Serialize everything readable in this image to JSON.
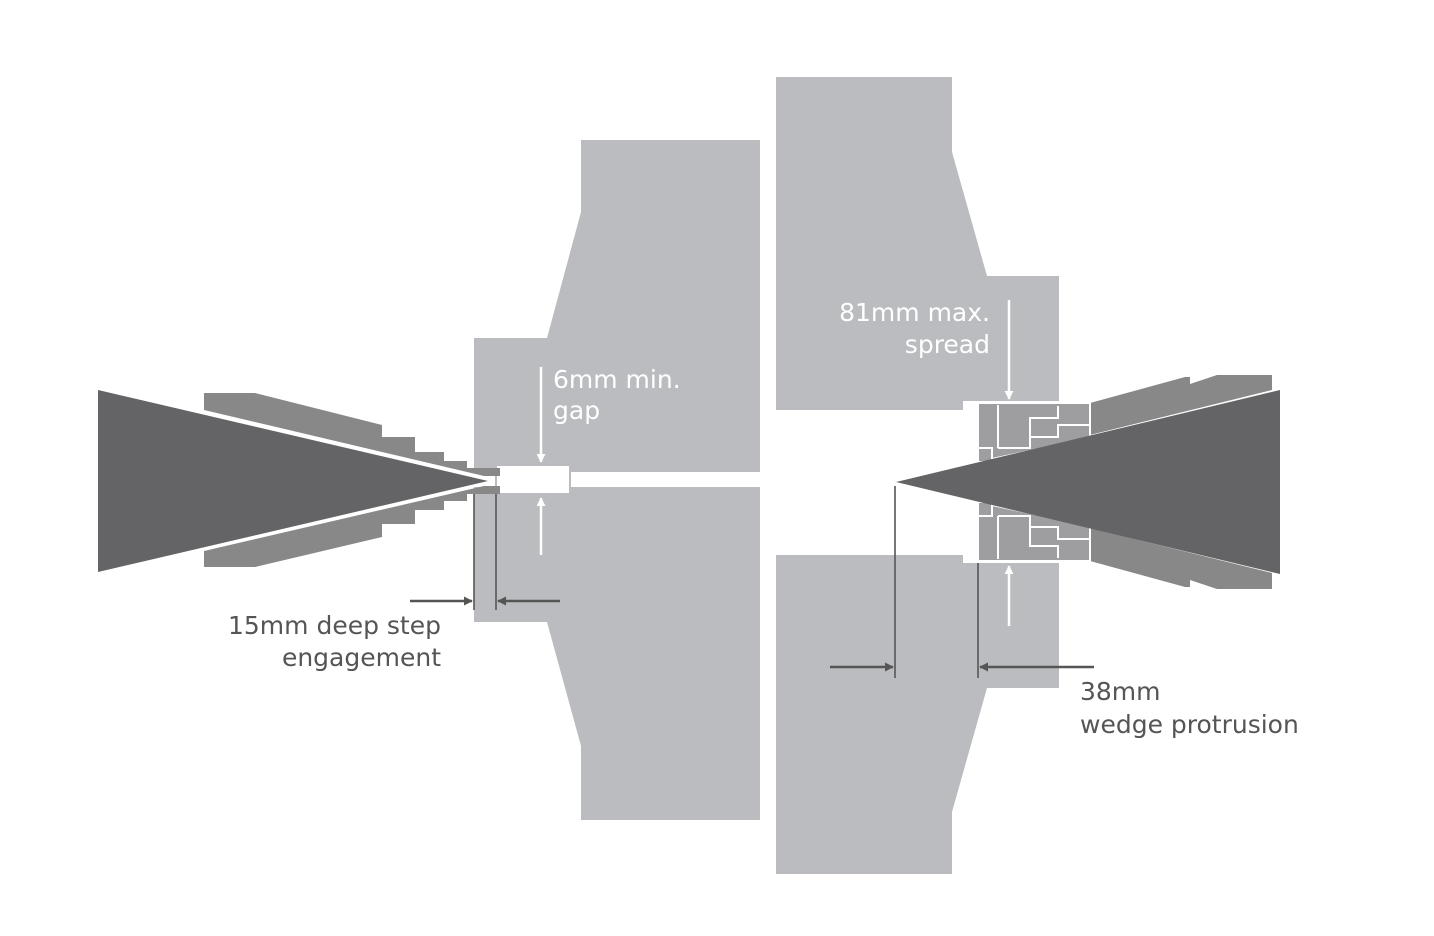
{
  "colors": {
    "block": "#bbbcbf",
    "wedge": "#646466",
    "jaw": "#888889",
    "jaw_step": "#9e9ea0",
    "line_dark": "#555555",
    "line_white": "#ffffff",
    "background": "#ffffff"
  },
  "labels": {
    "min_gap": {
      "line1": "6mm min.",
      "line2": "gap"
    },
    "max_spread": {
      "line1": "81mm max.",
      "line2": "spread"
    },
    "step_engagement": {
      "line1": "15mm deep step",
      "line2": "engagement"
    },
    "wedge_protrusion": {
      "line1": "38mm",
      "line2": "wedge protrusion"
    }
  }
}
